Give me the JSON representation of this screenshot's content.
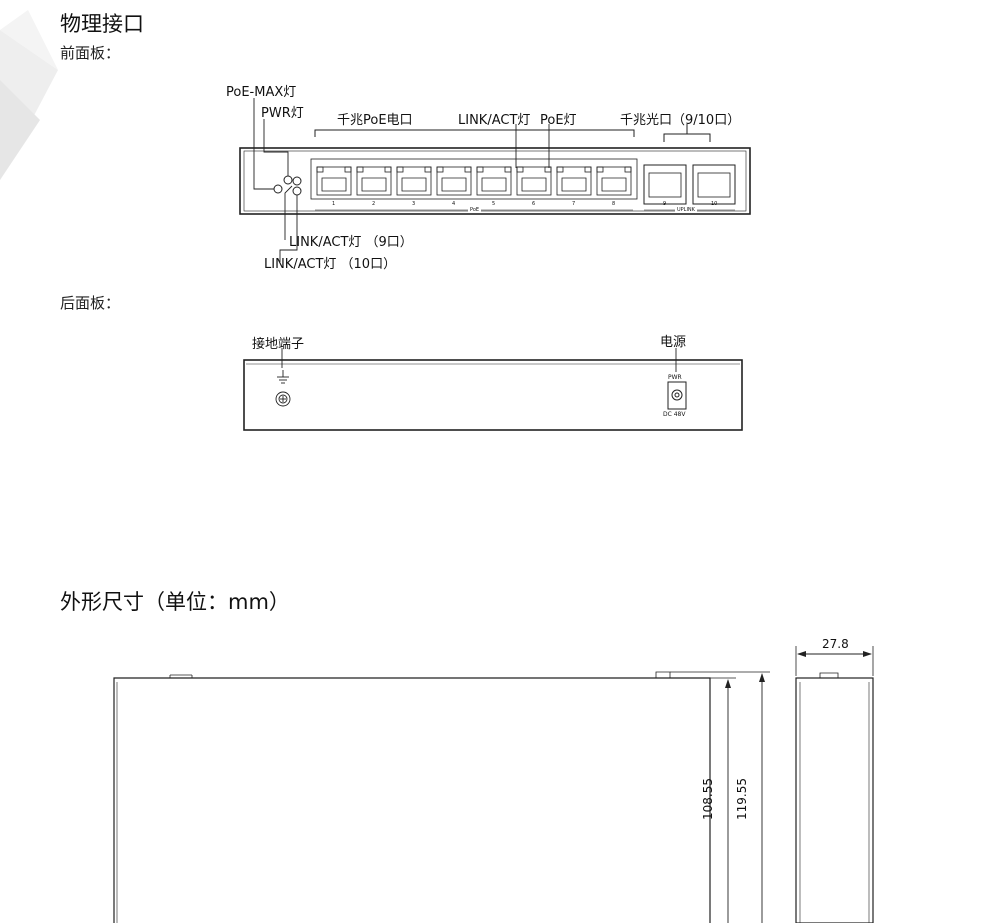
{
  "section1": {
    "title": "物理接口",
    "front_label": "前面板：",
    "rear_label": "后面板："
  },
  "front_panel": {
    "poe_max_led": "PoE-MAX灯",
    "pwr_led": "PWR灯",
    "gigabit_poe_ports": "千兆PoE电口",
    "link_act_led": "LINK/ACT灯",
    "poe_led": "PoE灯",
    "gigabit_fiber_ports": "千兆光口（9/10口）",
    "link_act_led_9": "LINK/ACT灯 （9口）",
    "link_act_led_10": "LINK/ACT灯 （10口）",
    "port_numbers": [
      "1",
      "2",
      "3",
      "4",
      "5",
      "6",
      "7",
      "8"
    ],
    "poe_group_label": "PoE",
    "sfp_numbers": [
      "9",
      "10"
    ],
    "uplink_group_label": "UPLINK"
  },
  "rear_panel": {
    "ground_terminal": "接地端子",
    "power": "电源",
    "pwr_text": "PWR",
    "dc_text": "DC 48V"
  },
  "section2": {
    "title": "外形尺寸（单位：mm）",
    "dim_width": "27.8",
    "dim_height_1": "108.55",
    "dim_height_2": "119.55"
  }
}
